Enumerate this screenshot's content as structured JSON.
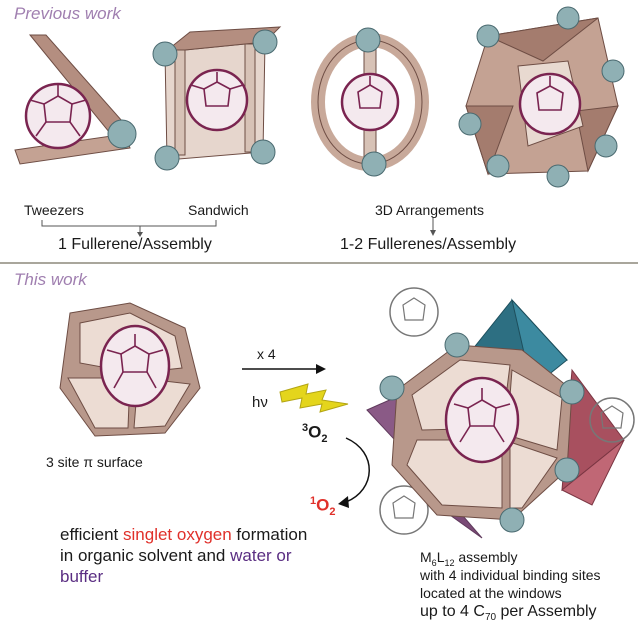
{
  "previous": {
    "heading": "Previous work",
    "tweezers": "Tweezers",
    "sandwich": "Sandwich",
    "one_fullerene": "1 Fullerene/Assembly",
    "arrangements": "3D Arrangements",
    "one_two_fullerenes": "1-2 Fullerenes/Assembly"
  },
  "this_work": {
    "heading": "This work",
    "site_label": "3 site π surface",
    "times": "x 4",
    "hv": "hν",
    "triplet_sup": "3",
    "triplet_main": "O",
    "triplet_sub": "2",
    "singlet_sup": "1",
    "singlet_main": "O",
    "singlet_sub": "2",
    "efficient_1": "efficient ",
    "efficient_red": "singlet oxygen",
    "efficient_2": " formation",
    "organic_1": "in organic solvent and ",
    "organic_purple": "water or",
    "buffer": "buffer",
    "m6": "M",
    "m6_sub1": "6",
    "m6_l": "L",
    "m6_sub2": "12",
    "m6_tail": " assembly",
    "binding_sites": "with 4 individual binding sites",
    "windows": "located at the windows",
    "up_to_1": "up to 4 C",
    "up_to_sub": "70",
    "up_to_2": " per Assembly"
  },
  "colors": {
    "heading": "#a07fb0",
    "red": "#e0302a",
    "purple": "#5a2d82",
    "bolt": "#e4d51c",
    "fullerene": "#7a2450",
    "panel": "#c8a99a",
    "metal": "#8fb0b4",
    "teal": "#2d6f82",
    "mauve": "#8a5a86",
    "rose": "#a8505f"
  }
}
